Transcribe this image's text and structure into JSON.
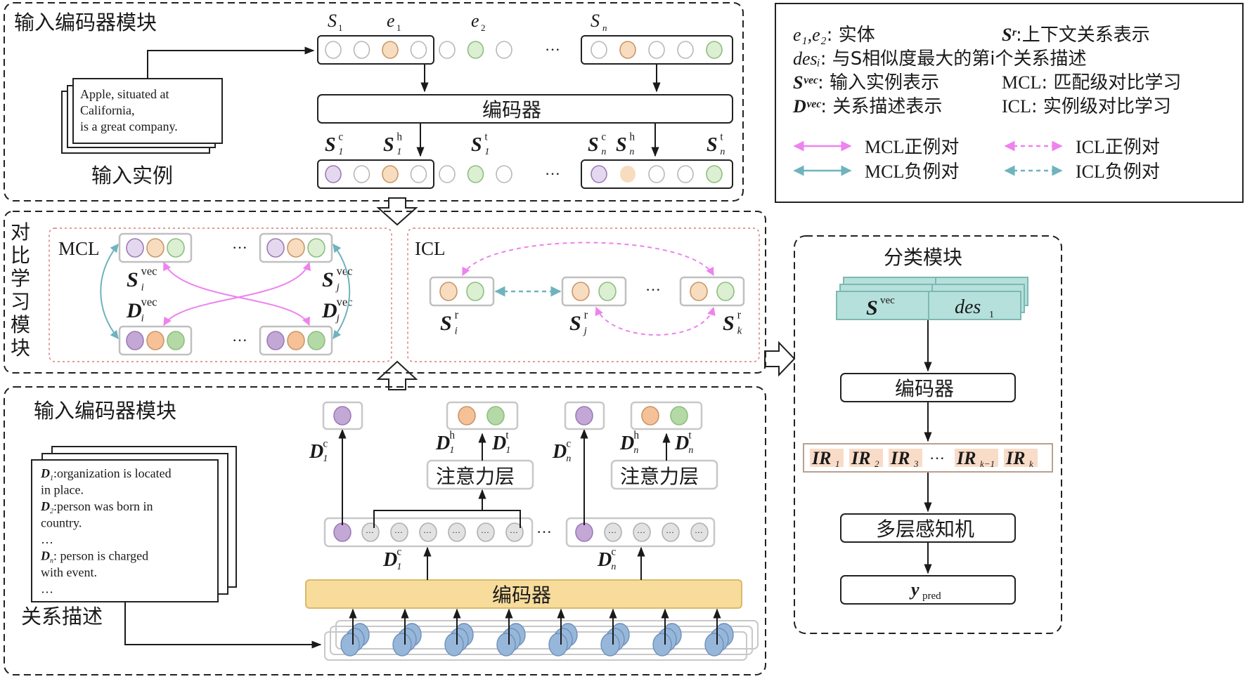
{
  "top_module": {
    "title": "输入编码器模块",
    "input_caption": "输入实例",
    "input_text": [
      "Apple, situated at",
      "California,",
      "is a great company."
    ],
    "encoder_label": "编码器",
    "token_labels": {
      "s1": "S",
      "s1_sub": "1",
      "e1": "e",
      "e1_sub": "1",
      "e2": "e",
      "e2_sub": "2",
      "sn": "S",
      "sn_sub": "n"
    },
    "output_labels": {
      "s1c": "c",
      "s1h": "h",
      "s1t": "t",
      "snc": "c",
      "snh": "h",
      "snt": "t",
      "one": "1",
      "n": "n",
      "S": "S"
    },
    "ellipsis": "···"
  },
  "legend": {
    "items": [
      {
        "sym": "e₁,e₂",
        "text": ": 实体"
      },
      {
        "sym": "Sʳ",
        "text": ":上下文关系表示"
      },
      {
        "sym": "desᵢ",
        "text": ": 与S相似度最大的第i个关系描述"
      },
      {
        "sym": "Sᵛᵉᶜ",
        "text": ": 输入实例表示"
      },
      {
        "sym": "MCL",
        "text": ": 匹配级对比学习"
      },
      {
        "sym": "Dᵛᵉᶜ",
        "text": ": 关系描述表示"
      },
      {
        "sym": "ICL",
        "text": ": 实例级对比学习"
      }
    ],
    "arrows": [
      {
        "label": "MCL正例对",
        "style": "solid",
        "color": "#ee82ee"
      },
      {
        "label": "ICL正例对",
        "style": "dashed",
        "color": "#ee82ee"
      },
      {
        "label": "MCL负例对",
        "style": "solid",
        "color": "#6fb3bd"
      },
      {
        "label": "ICL负例对",
        "style": "dashed",
        "color": "#6fb3bd"
      }
    ]
  },
  "contrastive_module": {
    "title_chars": [
      "对",
      "比",
      "学",
      "习",
      "模",
      "块"
    ],
    "mcl_label": "MCL",
    "icl_label": "ICL",
    "vec_sup": "vec",
    "r_sup": "r",
    "sub_i": "i",
    "sub_j": "j",
    "sub_k": "k",
    "S": "S",
    "D": "D",
    "ellipsis": "···"
  },
  "classification_module": {
    "title": "分类模块",
    "input_left": "S",
    "input_left_sup": "vec",
    "input_right": "des",
    "input_right_sub": "1",
    "encoder_label": "编码器",
    "ir_items": [
      {
        "base": "IR",
        "sub": "1"
      },
      {
        "base": "IR",
        "sub": "2"
      },
      {
        "base": "IR",
        "sub": "3"
      },
      {
        "base": "···",
        "sub": ""
      },
      {
        "base": "IR",
        "sub": "k−1"
      },
      {
        "base": "IR",
        "sub": "k"
      }
    ],
    "mlp_label": "多层感知机",
    "output": "y",
    "output_sub": "pred"
  },
  "bottom_module": {
    "title": "输入编码器模块",
    "desc_caption": "关系描述",
    "desc_lines": [
      {
        "sym": "D",
        "sub": "1",
        "text": ":organization is located"
      },
      {
        "sym": "",
        "sub": "",
        "text": "in place."
      },
      {
        "sym": "D",
        "sub": "2",
        "text": ":person was born in"
      },
      {
        "sym": "",
        "sub": "",
        "text": "country."
      },
      {
        "sym": "",
        "sub": "",
        "text": "…"
      },
      {
        "sym": "D",
        "sub": "n",
        "text": ":  person is charged"
      },
      {
        "sym": "",
        "sub": "",
        "text": "with event."
      },
      {
        "sym": "",
        "sub": "",
        "text": "…"
      }
    ],
    "encoder_label": "编码器",
    "attention_label": "注意力层",
    "D": "D",
    "sup_c": "c",
    "sup_h": "h",
    "sup_t": "t",
    "sub_1": "1",
    "sub_n": "n",
    "ellipsis": "···",
    "token_dots": "···"
  },
  "colors": {
    "purple_fill": "#e4d8ee",
    "purple_stroke": "#9c7bb8",
    "purple_dark": "#c3a8d6",
    "orange_fill": "#f8dcc0",
    "orange_stroke": "#c9966a",
    "orange_dark": "#f6c196",
    "green_fill": "#dcefd2",
    "green_stroke": "#8cbf7f",
    "green_dark": "#b4d9a6",
    "teal_fill": "#b5e0dc",
    "teal_stroke": "#7fb8b2",
    "encoder_yellow": "#f8dc9c",
    "ir_fill": "#f9dcc8",
    "pink": "#ee82ee",
    "teal_arrow": "#6fb3bd",
    "blue_token": "#97b7da"
  }
}
